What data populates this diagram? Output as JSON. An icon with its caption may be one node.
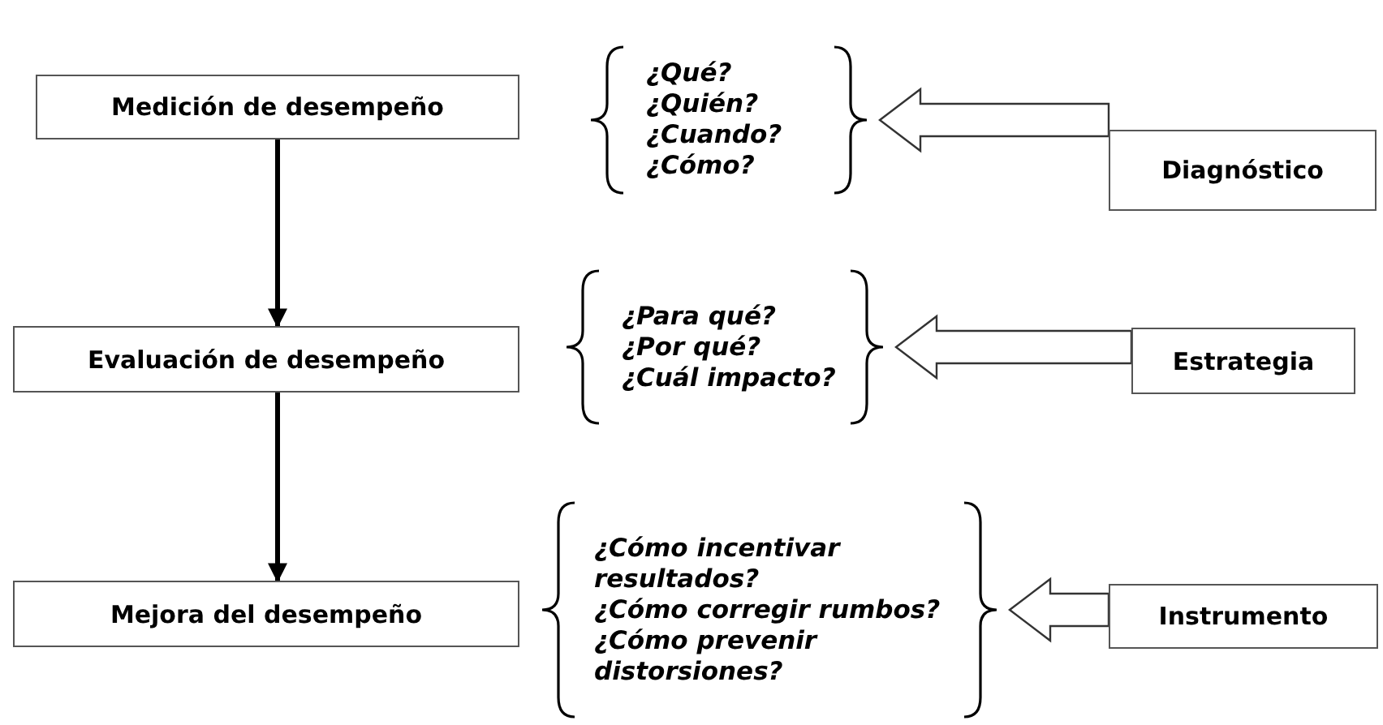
{
  "diagram": {
    "nodes": [
      {
        "text": [
          "Medición de desempeño"
        ]
      },
      {
        "text": [
          "¿Qué?",
          "¿Quién?",
          "¿Cuando?",
          "¿Cómo?"
        ]
      },
      {
        "text": [
          "Diagnóstico"
        ]
      },
      {
        "text": [
          "Evaluación de desempeño"
        ]
      },
      {
        "text": [
          "¿Para qué?",
          "¿Por qué?",
          "¿Cuál impacto?"
        ]
      },
      {
        "text": [
          "Estrategia"
        ]
      },
      {
        "text": [
          "Mejora del desempeño"
        ]
      },
      {
        "text": [
          "¿Cómo incentivar resultados?",
          "¿Cómo corregir rumbos?",
          "¿Cómo prevenir distorsiones?"
        ]
      },
      {
        "text": [
          "Instrumento"
        ]
      }
    ],
    "edges": [
      {
        "from": 0,
        "to": 3,
        "arrow": "to"
      },
      {
        "from": 3,
        "to": 6,
        "arrow": "to"
      },
      {
        "from": 2,
        "to": 1,
        "arrow": "to",
        "style": "thick"
      },
      {
        "from": 5,
        "to": 4,
        "arrow": "to",
        "style": "thick"
      },
      {
        "from": 8,
        "to": 7,
        "arrow": "to",
        "style": "thick"
      }
    ]
  }
}
